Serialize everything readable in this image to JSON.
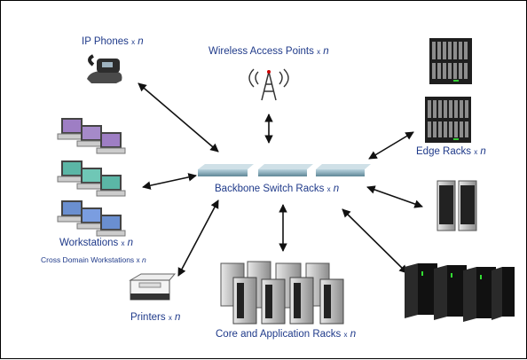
{
  "nodes": {
    "ip_phones": {
      "label": "IP Phones",
      "mult_x": "x",
      "mult_n": "n"
    },
    "wireless": {
      "label": "Wireless Access Points",
      "mult_x": "x",
      "mult_n": "n"
    },
    "edge_racks": {
      "label": "Edge Racks",
      "mult_x": "x",
      "mult_n": "n"
    },
    "backbone": {
      "label": "Backbone Switch Racks",
      "mult_x": "x",
      "mult_n": "n"
    },
    "workstations": {
      "label": "Workstations",
      "mult_x": "x",
      "mult_n": "n"
    },
    "cross_domain": {
      "label": "Cross Domain Workstations",
      "mult_x": "x",
      "mult_n": "n"
    },
    "printers": {
      "label": "Printers",
      "mult_x": "x",
      "mult_n": "n"
    },
    "core_app": {
      "label": "Core and Application Racks",
      "mult_x": "x",
      "mult_n": "n"
    }
  },
  "colors": {
    "label": "#1f3a8a",
    "arrow": "#111111",
    "switch": "#7fa6b8"
  }
}
